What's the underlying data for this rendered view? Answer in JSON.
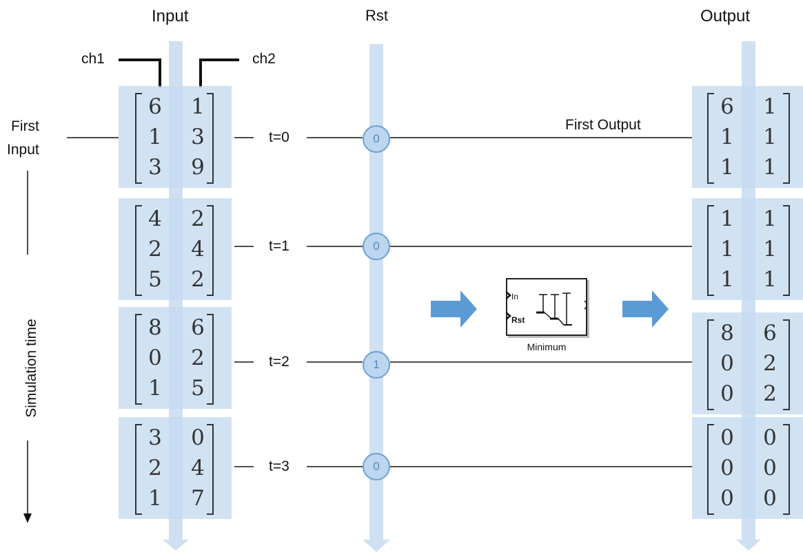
{
  "headers": {
    "input": "Input",
    "rst": "Rst",
    "output": "Output"
  },
  "channels": {
    "ch1": "ch1",
    "ch2": "ch2"
  },
  "labels": {
    "first_input_line1": "First",
    "first_input_line2": "Input",
    "first_output": "First Output",
    "simulation_time": "Simulation time"
  },
  "time_steps": [
    {
      "label": "t=0",
      "rst": "0",
      "input": [
        [
          "6",
          "1"
        ],
        [
          "1",
          "3"
        ],
        [
          "3",
          "9"
        ]
      ],
      "output": [
        [
          "6",
          "1"
        ],
        [
          "1",
          "1"
        ],
        [
          "1",
          "1"
        ]
      ]
    },
    {
      "label": "t=1",
      "rst": "0",
      "input": [
        [
          "4",
          "2"
        ],
        [
          "2",
          "4"
        ],
        [
          "5",
          "2"
        ]
      ],
      "output": [
        [
          "1",
          "1"
        ],
        [
          "1",
          "1"
        ],
        [
          "1",
          "1"
        ]
      ]
    },
    {
      "label": "t=2",
      "rst": "1",
      "input": [
        [
          "8",
          "6"
        ],
        [
          "0",
          "2"
        ],
        [
          "1",
          "5"
        ]
      ],
      "output": [
        [
          "8",
          "6"
        ],
        [
          "0",
          "2"
        ],
        [
          "0",
          "2"
        ]
      ]
    },
    {
      "label": "t=3",
      "rst": "0",
      "input": [
        [
          "3",
          "0"
        ],
        [
          "2",
          "4"
        ],
        [
          "1",
          "7"
        ]
      ],
      "output": [
        [
          "0",
          "0"
        ],
        [
          "0",
          "0"
        ],
        [
          "0",
          "0"
        ]
      ]
    }
  ],
  "block": {
    "port_in": "In",
    "port_rst": "Rst",
    "name": "Minimum"
  },
  "colors": {
    "timeline": "#cfe0f3",
    "matrix_bg": "#c4daf0",
    "arrow": "#5b9bd5",
    "rst_circle": "#bcd6f0"
  }
}
